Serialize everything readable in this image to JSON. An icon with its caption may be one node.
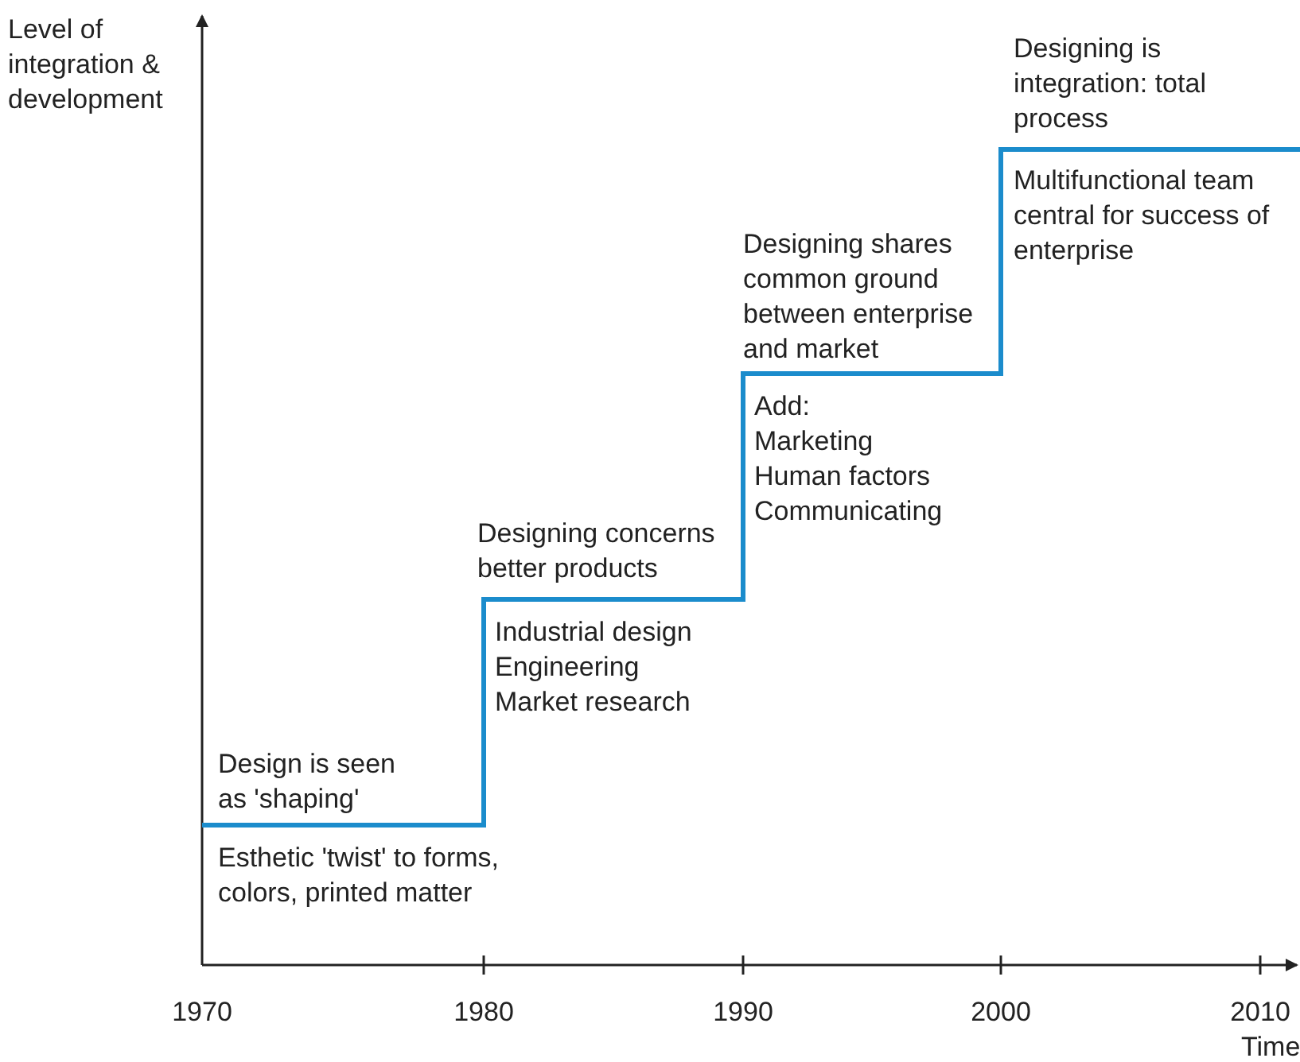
{
  "diagram": {
    "labels": [
      "Level of integration & development",
      "Designing is integration: total process",
      "Multifunctional team central for success of enterprise",
      "Designing shares common ground between enterprise and market",
      "Add:",
      "Marketing",
      "Human factors",
      "Communicating",
      "Designing concerns better products",
      "Industrial design",
      "Engineering",
      "Market research",
      "Design is seen as 'shaping'",
      "Esthetic 'twist' to forms, colors, printed matter",
      "1970",
      "1980",
      "1990",
      "2000",
      "2010",
      "Time"
    ]
  }
}
